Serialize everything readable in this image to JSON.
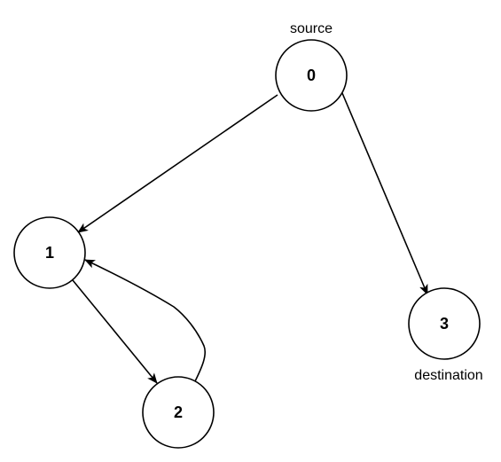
{
  "nodes": [
    {
      "id": "0",
      "label": "0"
    },
    {
      "id": "1",
      "label": "1"
    },
    {
      "id": "2",
      "label": "2"
    },
    {
      "id": "3",
      "label": "3"
    }
  ],
  "annotations": {
    "source": "source",
    "destination": "destination"
  },
  "edges": [
    {
      "from": "0",
      "to": "1"
    },
    {
      "from": "0",
      "to": "3"
    },
    {
      "from": "1",
      "to": "2"
    },
    {
      "from": "2",
      "to": "1"
    }
  ],
  "colors": {
    "stroke": "#000000",
    "fill": "#ffffff"
  }
}
